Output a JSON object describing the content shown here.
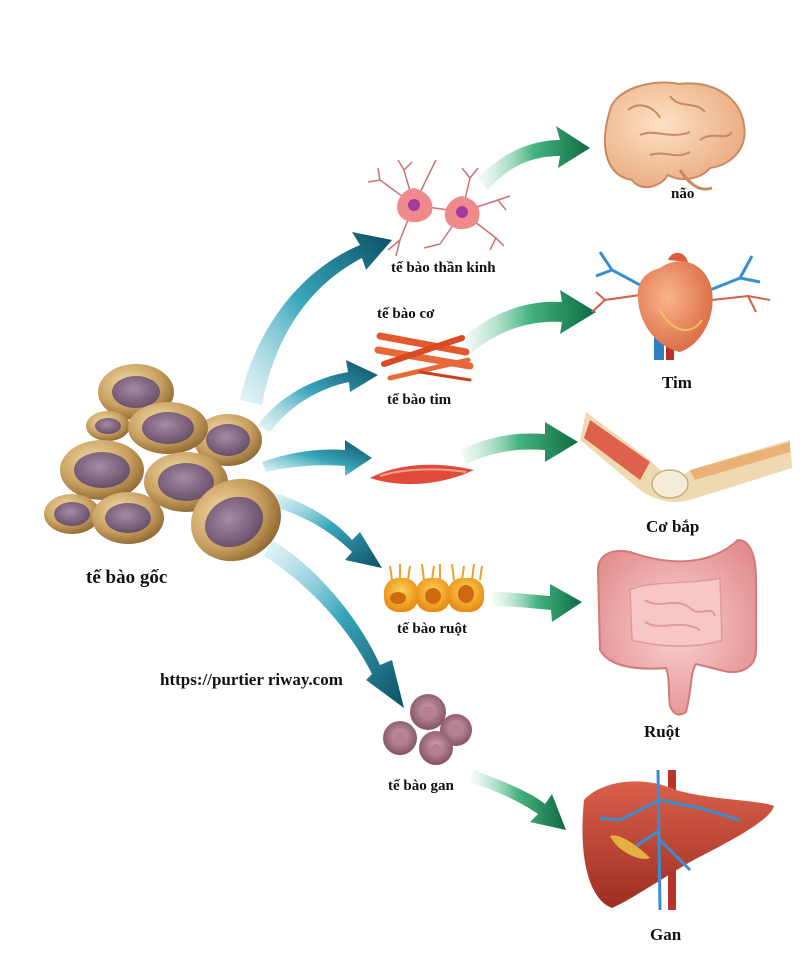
{
  "diagram": {
    "source": {
      "label": "tế bào gốc"
    },
    "watermark": "https://purtier riway.com",
    "cells": [
      {
        "id": "nerve",
        "label": "tế bào thần kinh"
      },
      {
        "id": "muscle",
        "label": "tế bào cơ"
      },
      {
        "id": "heart",
        "label": "tế bào tim"
      },
      {
        "id": "intestine",
        "label": "tế bào ruột"
      },
      {
        "id": "liver",
        "label": "tế bào gan"
      }
    ],
    "organs": [
      {
        "id": "brain",
        "label": "não"
      },
      {
        "id": "heart",
        "label": "Tim"
      },
      {
        "id": "muscle",
        "label": "Cơ bắp"
      },
      {
        "id": "intestine",
        "label": "Ruột"
      },
      {
        "id": "liver",
        "label": "Gan"
      }
    ],
    "colors": {
      "arrow_teal_dark": "#0e5a6e",
      "arrow_teal_light": "#4fb3c4",
      "arrow_green_dark": "#0f7a4a",
      "arrow_green_light": "#a6dcc0",
      "stem_cell_body": "#c8a05c",
      "stem_cell_nucleus": "#7a5a7a",
      "label_text": "#111111"
    }
  }
}
